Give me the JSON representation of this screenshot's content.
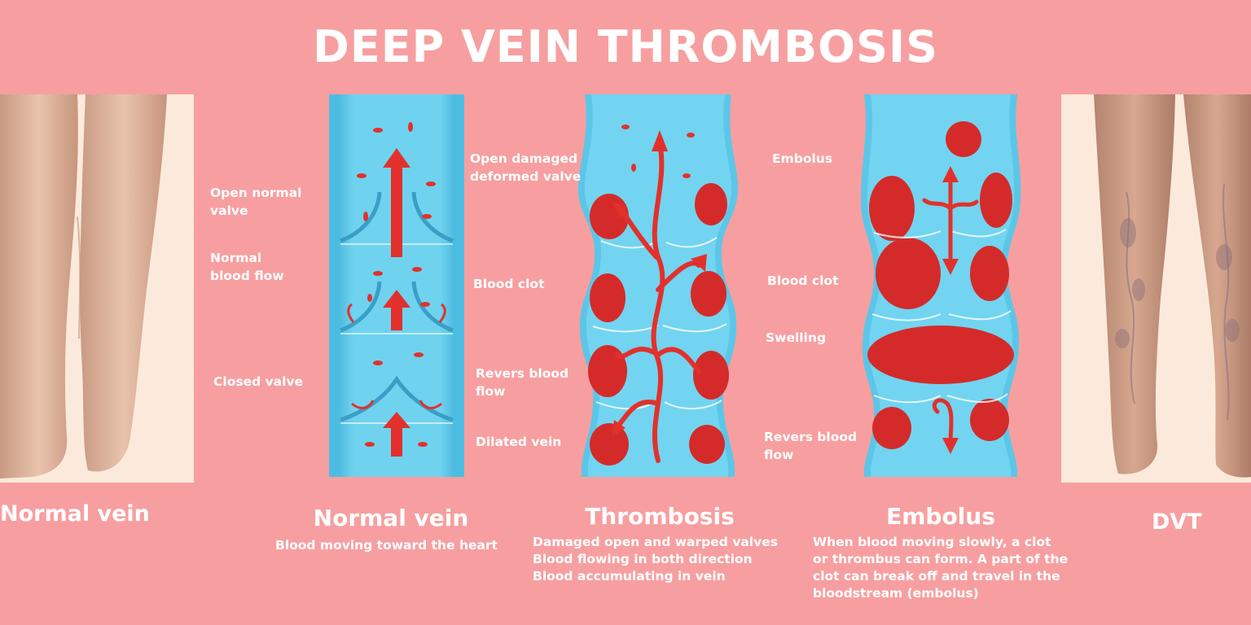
{
  "title": "DEEP VEIN THROMBOSIS",
  "left_photo": {
    "caption": "Normal vein"
  },
  "right_photo": {
    "caption": "DVT"
  },
  "panels": [
    {
      "title": "Normal vein",
      "description": [
        "Blood moving toward the heart"
      ],
      "labels_left": [
        [
          "Open normal",
          "valve"
        ],
        [
          "Normal",
          "blood flow"
        ],
        [
          "Closed valve"
        ]
      ]
    },
    {
      "title": "Thrombosis",
      "description": [
        "Damaged open and warped valves",
        "Blood flowing in both direction",
        "Blood accumulating in vein"
      ],
      "labels_left": [
        [
          "Open damaged",
          "deformed valve"
        ],
        [
          "Blood clot"
        ],
        [
          "Revers blood",
          "flow"
        ],
        [
          "Dilated vein"
        ]
      ]
    },
    {
      "title": "Embolus",
      "description": [
        "When blood moving slowly, a clot",
        "or thrombus can form. A part of the",
        "clot can break off and travel in the",
        "bloodstream (embolus)"
      ],
      "labels_left": [
        [
          "Embolus"
        ],
        [
          "Blood clot"
        ],
        [
          "Swelling"
        ],
        [
          "Revers blood",
          "flow"
        ]
      ]
    }
  ],
  "colors": {
    "background": "#f79fa0",
    "vein_fill": "#5cc6e8",
    "vein_dark": "#3aa9d3",
    "blood": "#e2312c",
    "text": "#ffffff"
  }
}
